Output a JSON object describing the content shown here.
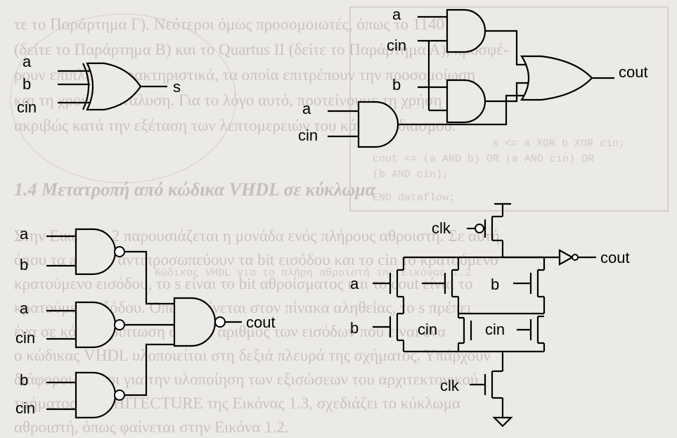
{
  "background": {
    "lines": [
      "τε το Παράρτημα Γ). Νεότεροι όμως προσομοιωτές, όπως το 1140 ΕΕΕ",
      "(δείτε το Παράρτημα Β) και το Quartus II (δείτε το Παράρτημα Α), προσφέ-",
      "ρουν επιπλέον χαρακτηριστικά, τα οποία επιτρέπουν την προσομοίωση",
      "και τη χρονική ανάλυση. Για το λόγο αυτό, προτείνουμε τη χρήση τους",
      "ακριβώς κατά την εξέταση των λεπτομερειών του κάθε σχεδιασμού."
    ],
    "code": [
      "s <= a XOR b XOR cin;",
      "cout <= (a AND b) OR (a AND cin) OR",
      "        (b AND cin);",
      "END dataflow;"
    ],
    "heading": "1.4     Μετατροπή από κώδικα VHDL σε κύκλωμα",
    "lines2": [
      "Στην Εικόνα 1.2 παρουσιάζεται η μονάδα ενός πλήρους αθροιστή. Σε αυτή",
      "όπου τα a και b αντιπροσωπεύουν τα bit εισόδου και το cin το κρατούμενο",
      "κρατούμενο εισόδου, το s είναι το bit αθροίσματος και το cout είναι το",
      "κρατούμενο εξόδου. Όπως φαίνεται στον πίνακα αληθείας, το s πρέπει",
      "ένα σε κάθε περίπτωση όπου ο αριθμός των εισόδων που είναι ένα",
      "ο κώδικας VHDL υλοποιείται στη δεξιά πλευρά της σχήματος. Υπάρχουν",
      "διάφοροι τρόποι για την υλοποίηση των εξισώσεων του αρχιτεκτονικού",
      "τμήματος ARCHITECTURE της Εικόνας 1.3, σχεδιάζει το κύκλωμα",
      "αθροιστή, όπως φαίνεται στην Εικόνα 1.2."
    ],
    "caption": "Κώδικας VHDL για το πλήρη αθροιστή της Εικόνας 1.2"
  },
  "xor_circuit": {
    "inputs": [
      "a",
      "b",
      "cin"
    ],
    "output": "s"
  },
  "andor_circuit": {
    "gate1_inputs": [
      "a",
      "cin"
    ],
    "gate2_inputs": [
      "b"
    ],
    "gate3_inputs": [
      "a",
      "cin"
    ],
    "output": "cout"
  },
  "nand_circuit": {
    "gate1_inputs": [
      "a",
      "b"
    ],
    "gate2_inputs": [
      "a",
      "cin"
    ],
    "gate3_inputs": [
      "b",
      "cin"
    ],
    "output": "cout"
  },
  "cmos_circuit": {
    "clk_top": "clk",
    "clk_bottom": "clk",
    "transistor_labels": [
      "a",
      "b",
      "b",
      "cin",
      "cin"
    ],
    "output": "cout"
  }
}
